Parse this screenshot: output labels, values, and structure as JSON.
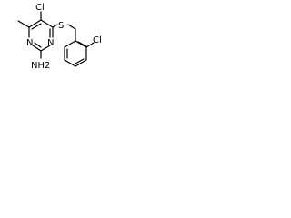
{
  "molecule": {
    "atoms": {
      "cl_pyrimidine": "Cl",
      "sulfur": "S",
      "n_upper": "N",
      "n_lower": "N",
      "amine": "NH2",
      "cl_benzyl": "Cl"
    }
  }
}
